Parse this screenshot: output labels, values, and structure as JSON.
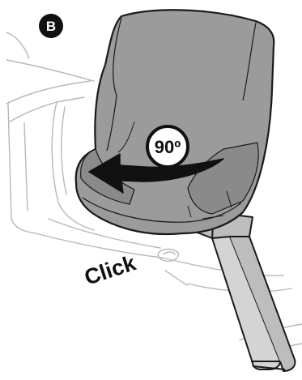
{
  "figure": {
    "step_badge": "B",
    "angle_label": "90º",
    "action_label": "Click"
  },
  "colors": {
    "seat_fill": "#9b9b9b",
    "seat_shadow": "#8a8a8a",
    "outline": "#1a1a1a",
    "line_art": "#b8b8b8",
    "arrow": "#111111",
    "background": "#ffffff"
  },
  "icons": {
    "rotation_arrow": "curved-arrow-left",
    "step_badge_shape": "black-circle"
  }
}
